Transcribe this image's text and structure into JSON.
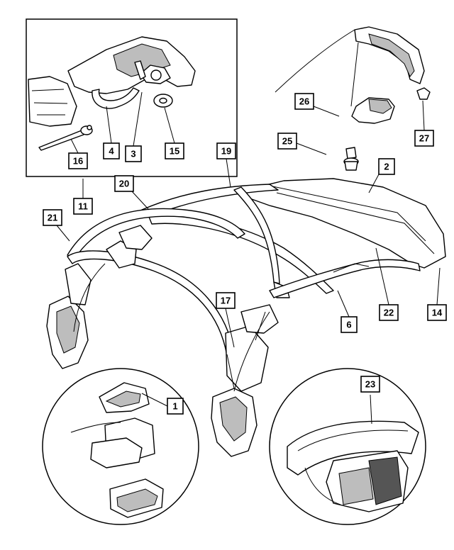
{
  "callouts": [
    {
      "id": "c1",
      "label": "1"
    },
    {
      "id": "c2",
      "label": "2"
    },
    {
      "id": "c3",
      "label": "3"
    },
    {
      "id": "c4",
      "label": "4"
    },
    {
      "id": "c6",
      "label": "6"
    },
    {
      "id": "c11",
      "label": "11"
    },
    {
      "id": "c14",
      "label": "14"
    },
    {
      "id": "c15",
      "label": "15"
    },
    {
      "id": "c16",
      "label": "16"
    },
    {
      "id": "c17",
      "label": "17"
    },
    {
      "id": "c19",
      "label": "19"
    },
    {
      "id": "c20",
      "label": "20"
    },
    {
      "id": "c21",
      "label": "21"
    },
    {
      "id": "c22",
      "label": "22"
    },
    {
      "id": "c23",
      "label": "23"
    },
    {
      "id": "c25",
      "label": "25"
    },
    {
      "id": "c26",
      "label": "26"
    },
    {
      "id": "c27",
      "label": "27"
    }
  ]
}
